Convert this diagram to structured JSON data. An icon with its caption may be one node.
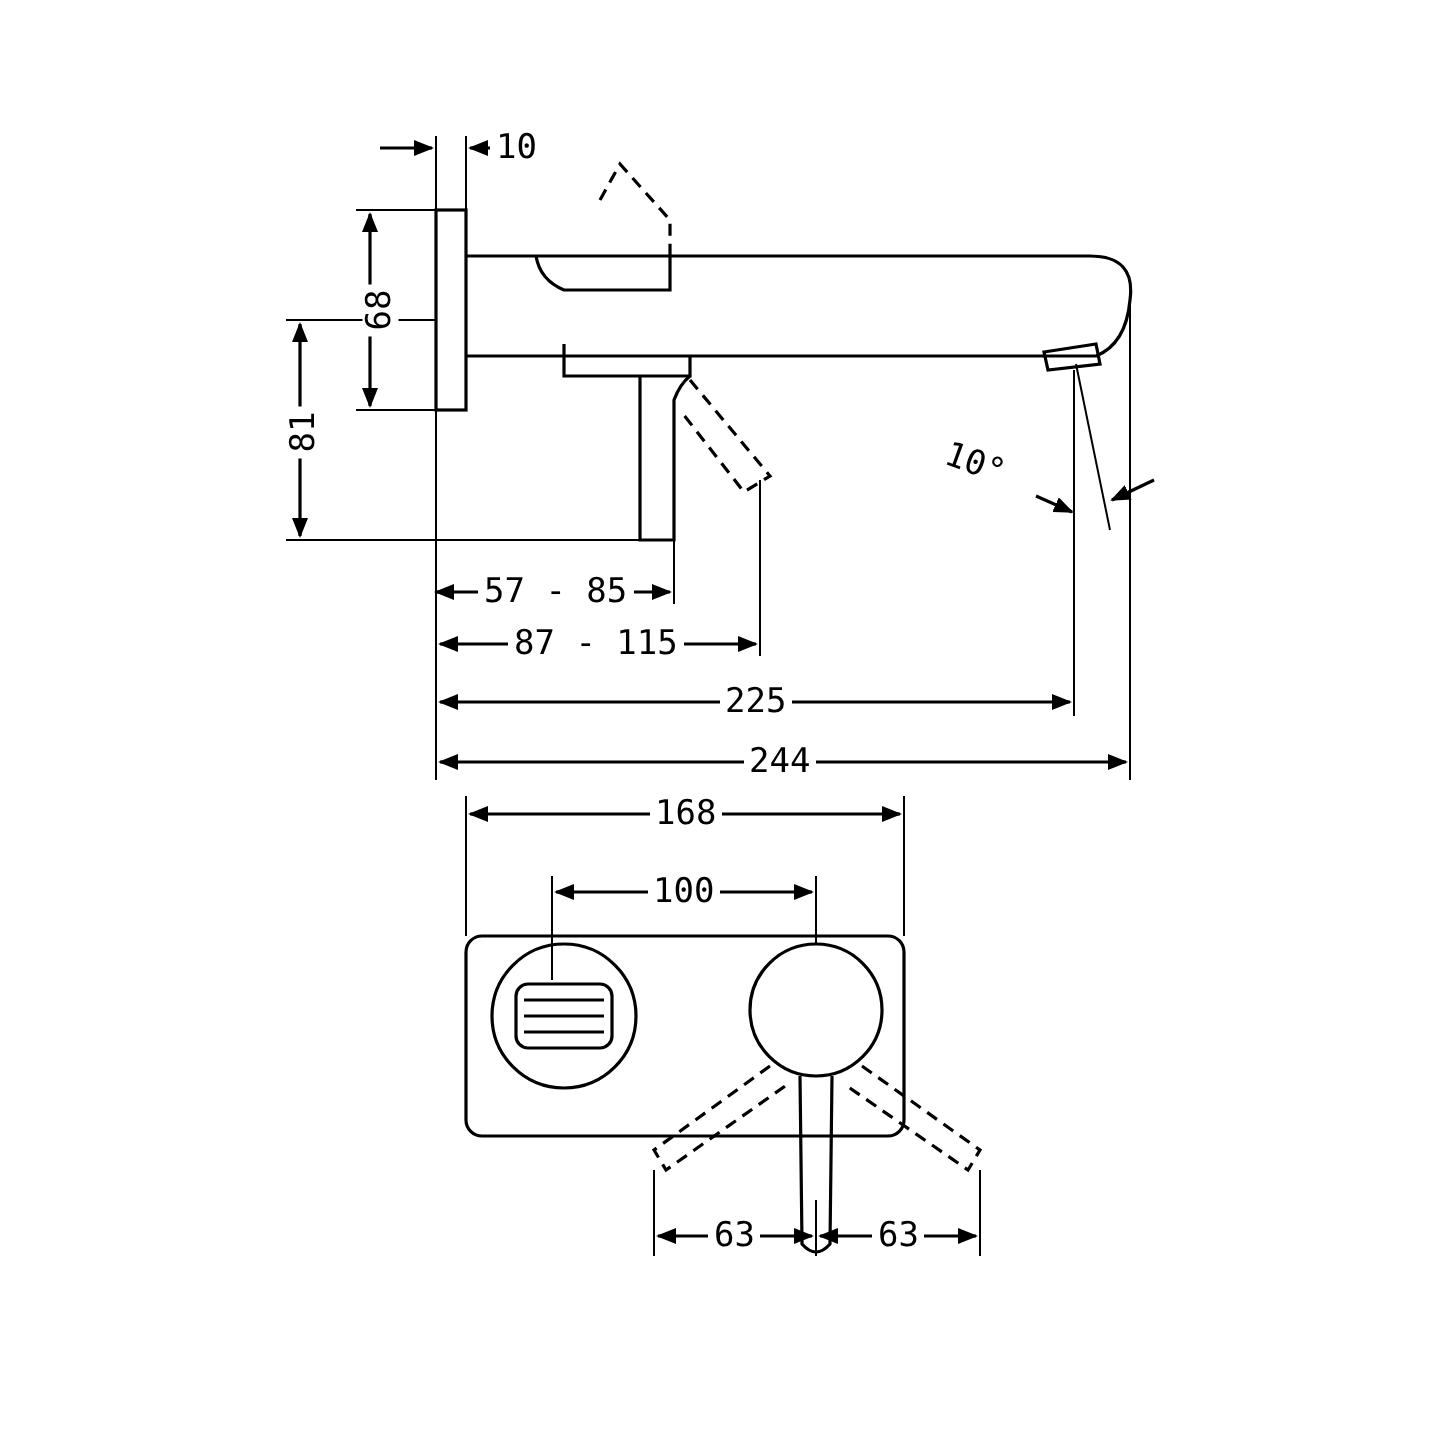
{
  "diagram": {
    "labels": [
      "10",
      "68",
      "81",
      "10°",
      "57 - 85",
      "87 - 115",
      "225",
      "244",
      "168",
      "100",
      "63",
      "63"
    ]
  }
}
